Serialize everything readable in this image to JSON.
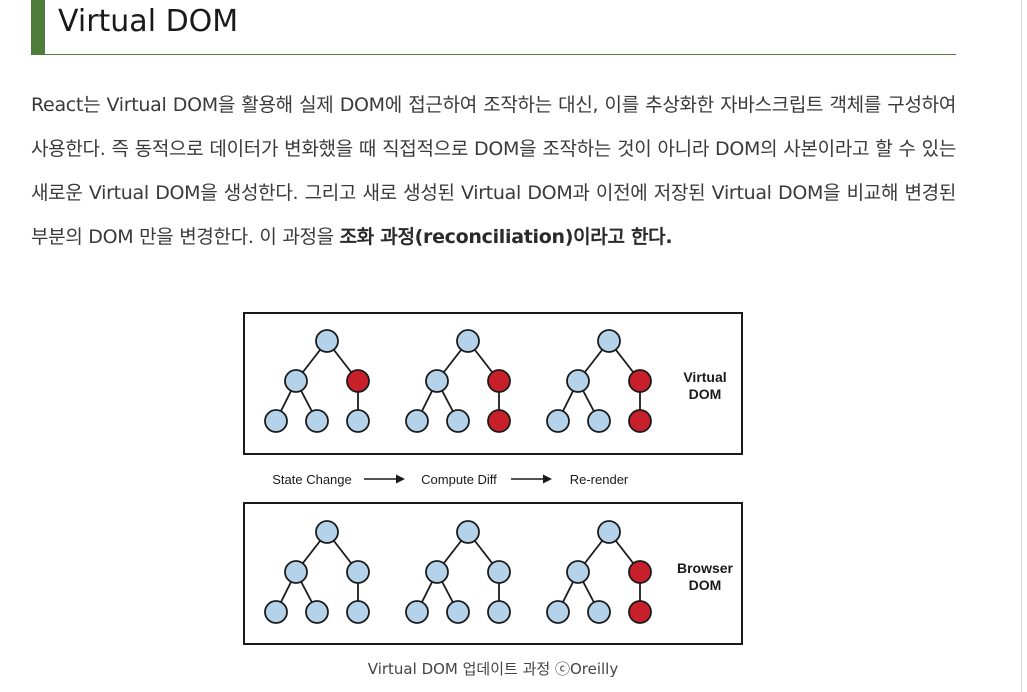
{
  "heading": {
    "title": "Virtual DOM"
  },
  "paragraph": {
    "lead": "React는 Virtual DOM을 활용해 실제 DOM에 접근하여 조작하는 대신, 이를 추상화한 자바스크립트 객체를 구성하여 사용한다. 즉 동적으로 데이터가 변화했을 때 직접적으로 DOM을 조작하는 것이 아니라 DOM의 사본이라고 할 수 있는 새로운 Virtual DOM을 생성한다. 그리고 새로 생성된 Virtual DOM과 이전에 저장된 Virtual DOM을 비교해 변경된 부분의 DOM 만을 변경한다. 이 과정을 ",
    "emphasis": "조화 과정(reconciliation)이라고 한다."
  },
  "figure": {
    "virtual_label_line1": "Virtual",
    "virtual_label_line2": "DOM",
    "browser_label_line1": "Browser",
    "browser_label_line2": "DOM",
    "steps": [
      "State Change",
      "Compute Diff",
      "Re-render"
    ],
    "colors": {
      "node_blue": "#b4d3ea",
      "node_red": "#c8202b",
      "stroke": "#1a1a1a"
    },
    "virtual_trees": [
      {
        "changed": [
          "b"
        ]
      },
      {
        "changed": [
          "b",
          "e"
        ]
      },
      {
        "changed": [
          "b",
          "e"
        ]
      }
    ],
    "browser_trees": [
      {
        "changed": []
      },
      {
        "changed": []
      },
      {
        "changed": [
          "b",
          "e"
        ]
      }
    ]
  },
  "caption": "Virtual DOM 업데이트 과정 ⓒOreilly"
}
